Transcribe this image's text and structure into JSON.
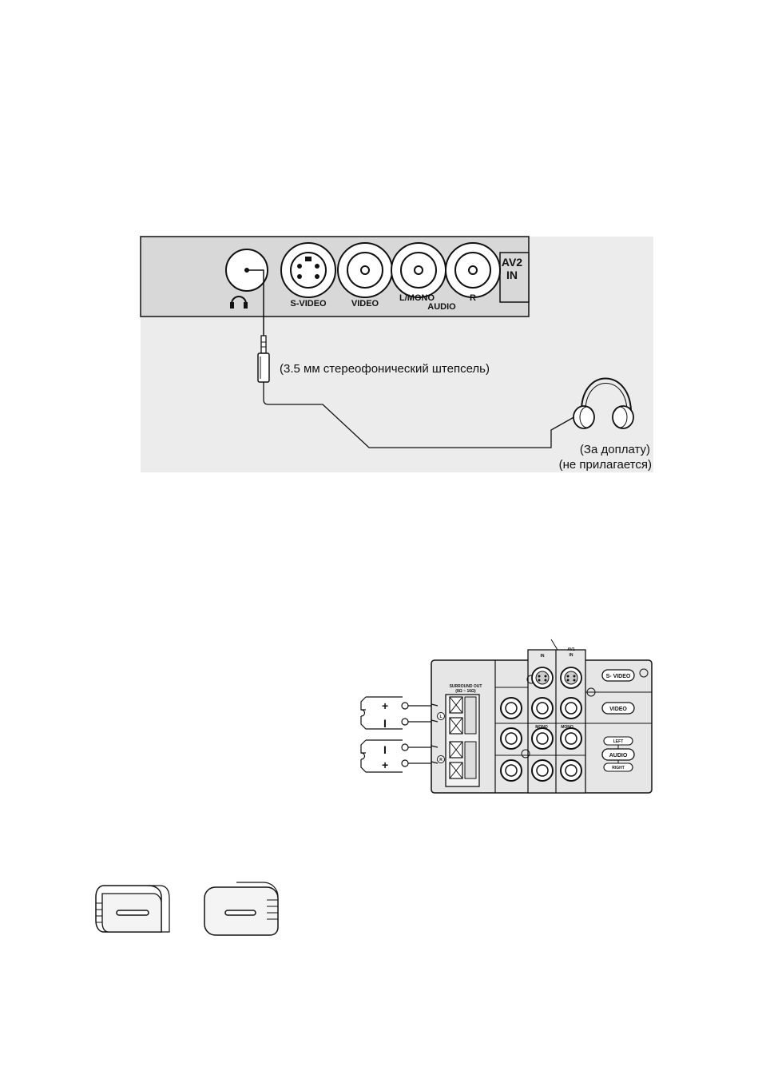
{
  "figure1": {
    "panel": {
      "svideo_label": "S-VIDEO",
      "video_label": "VIDEO",
      "lmono_label": "L/MONO",
      "audio_label": "AUDIO",
      "r_label": "R",
      "av2_label_line1": "AV2",
      "av2_label_line2": "IN"
    },
    "plug_caption": "(3.5 мм стереофонический штепсель)",
    "headphones_caption_line1": "(За доплату)",
    "headphones_caption_line2": "(не прилагается)"
  },
  "figure2": {
    "surround_label_line1": "SURROUND OUT",
    "surround_label_line2": "(8Ω ~ 16Ω)",
    "in_label": "IN",
    "av1_label_line1": "AV1",
    "av1_label_line2": "IN",
    "mono_label_1": "MONO",
    "mono_label_2": "MONO",
    "svideo_button": "S- VIDEO",
    "video_button": "VIDEO",
    "left_button": "LEFT",
    "audio_button": "AUDIO",
    "right_button": "RIGHT",
    "speaker_top_plus": "+",
    "speaker_top_minus": "I",
    "speaker_bottom_minus": "I",
    "speaker_bottom_plus": "+",
    "terminal_l": "L",
    "terminal_r": "R"
  }
}
